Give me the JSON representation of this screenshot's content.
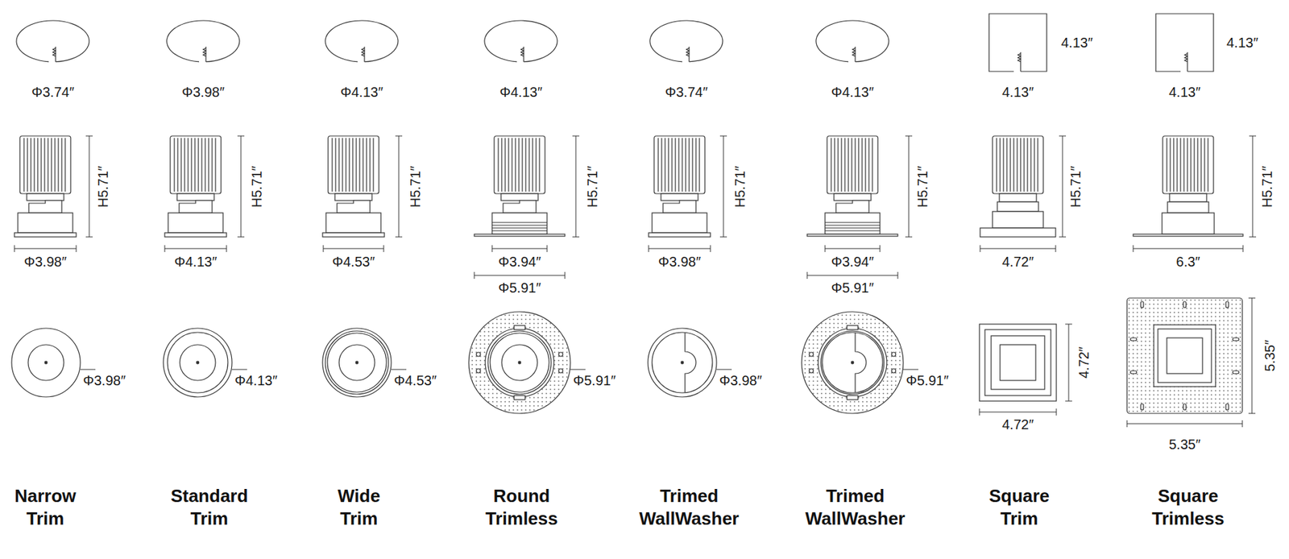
{
  "diagram": {
    "labels": [
      "Φ3.74″",
      "H5.71″",
      "Φ3.98″",
      "Φ3.98″",
      "Narrow Trim",
      "Φ3.98″",
      "H5.71″",
      "Φ4.13″",
      "Φ4.13″",
      "Standard Trim",
      "Φ4.13″",
      "H5.71″",
      "Φ4.53″",
      "Φ4.53″",
      "Wide Trim",
      "Φ4.13″",
      "H5.71″",
      "Φ3.94″",
      "Φ5.91″",
      "Φ5.91″",
      "Round Trimless",
      "Φ3.74″",
      "H5.71″",
      "Φ3.98″",
      "Φ3.98″",
      "Trimed WallWasher",
      "Φ4.13″",
      "H5.71″",
      "Φ3.94″",
      "Φ5.91″",
      "Φ5.91″",
      "Trimed WallWasher",
      "4.13″",
      "4.13″",
      "H5.71″",
      "4.72″",
      "4.72″",
      "4.72″",
      "Square Trim",
      "4.13″",
      "4.13″",
      "H5.71″",
      "6.3″",
      "5.35″",
      "5.35″",
      "Square Trimless"
    ]
  }
}
